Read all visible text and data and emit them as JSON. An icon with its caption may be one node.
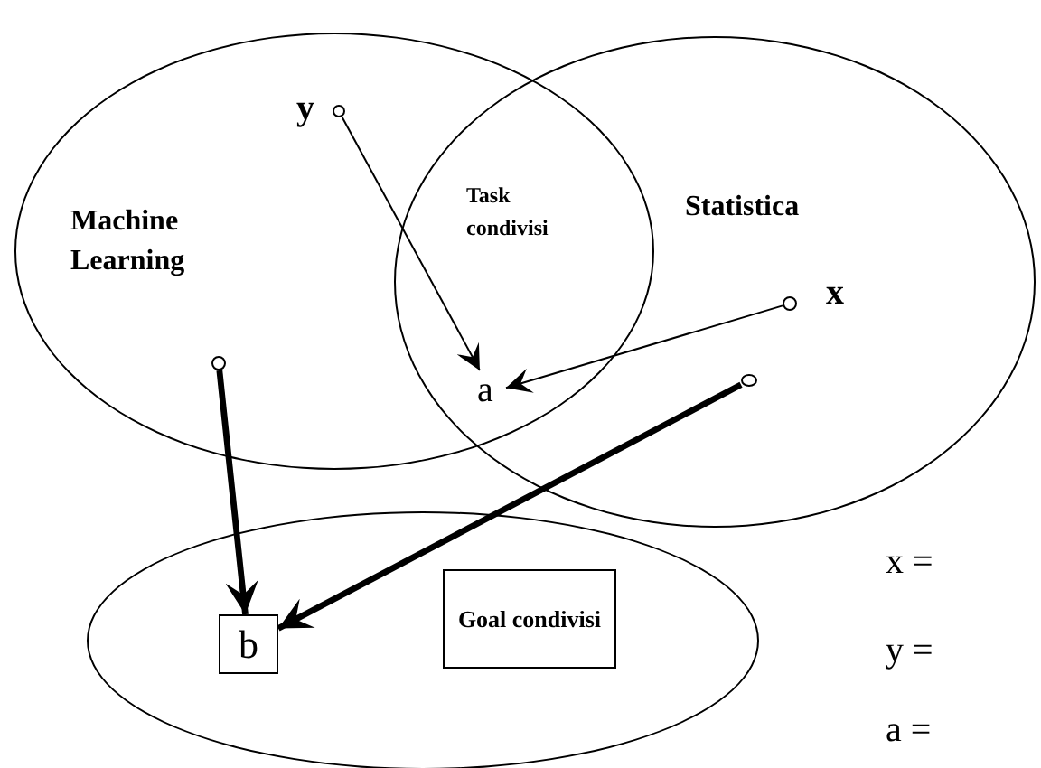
{
  "diagram": {
    "nodes": [
      {
        "text": [
          "Machine Learning"
        ]
      },
      {
        "text": [],
        "shape": "circle",
        "beside": [
          "y"
        ],
        "in": 0
      },
      {
        "text": [
          "a"
        ]
      },
      {
        "text": [],
        "shape": "circle",
        "in": 0
      },
      {
        "text": [
          "Statistica"
        ]
      },
      {
        "text": [],
        "shape": "circle",
        "beside": [
          "x"
        ],
        "in": 4
      },
      {
        "text": [],
        "shape": "circle",
        "in": 4
      },
      {
        "text": [],
        "shape": "ellipse"
      },
      {
        "text": [
          "b"
        ],
        "in": 7
      },
      {
        "text": [
          "Goal condivisi"
        ],
        "in": 7
      }
    ],
    "edges": [
      {
        "from": 1,
        "to": 2,
        "arrow": "to"
      },
      {
        "from": 5,
        "to": 2,
        "arrow": "to"
      },
      {
        "from": 3,
        "to": 8,
        "arrow": "to",
        "style": "thick"
      },
      {
        "from": 6,
        "to": 8,
        "arrow": "to",
        "style": "thick"
      }
    ],
    "labels": [
      "Task condivisi",
      "x =",
      "y =",
      "a ="
    ]
  }
}
